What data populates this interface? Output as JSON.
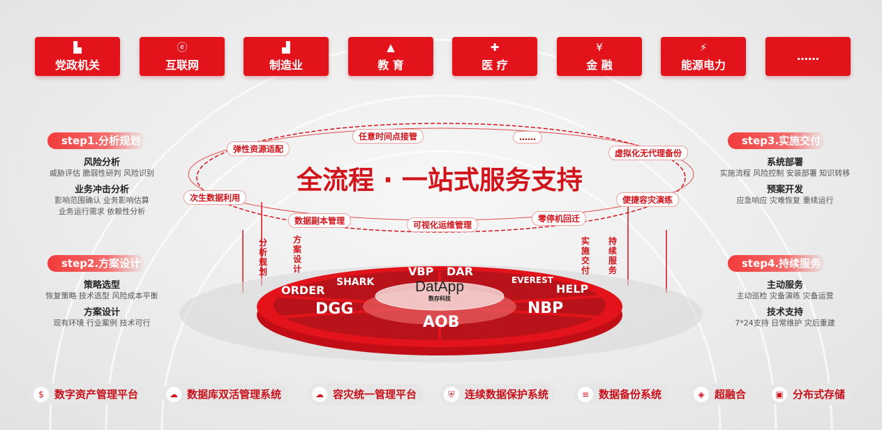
{
  "industries": [
    {
      "label": "党政机关",
      "icon": "government-building-icon"
    },
    {
      "label": "互联网",
      "icon": "internet-explorer-icon"
    },
    {
      "label": "制造业",
      "icon": "factory-icon"
    },
    {
      "label": "教 育",
      "icon": "graduation-cap-icon"
    },
    {
      "label": "医 疗",
      "icon": "medical-kit-icon"
    },
    {
      "label": "金 融",
      "icon": "money-icon"
    },
    {
      "label": "能源电力",
      "icon": "power-icon"
    },
    {
      "label": "……",
      "icon": ""
    }
  ],
  "steps": [
    {
      "title": "step1.分析规划",
      "groups": [
        {
          "title": "风险分析",
          "lines": [
            "威胁评估  脆弱性研判  风险识别"
          ]
        },
        {
          "title": "业务冲击分析",
          "lines": [
            "影响范围确认  业务影响估算",
            "业务运行需求  依赖性分析"
          ]
        }
      ]
    },
    {
      "title": "step2.方案设计",
      "groups": [
        {
          "title": "策略选型",
          "lines": [
            "恢复策略  技术选型  风险成本平衡"
          ]
        },
        {
          "title": "方案设计",
          "lines": [
            "现有环境  行业案例  技术可行"
          ]
        }
      ]
    },
    {
      "title": "step3.实施交付",
      "groups": [
        {
          "title": "系统部署",
          "lines": [
            "实施流程  风险控制  安装部署  知识转移"
          ]
        },
        {
          "title": "预案开发",
          "lines": [
            "应急响应  灾难恢复  重续运行"
          ]
        }
      ]
    },
    {
      "title": "step4.持续服务",
      "groups": [
        {
          "title": "主动服务",
          "lines": [
            "主动巡检  灾备演练  灾备运营"
          ]
        },
        {
          "title": "技术支持",
          "lines": [
            "7*24支持  日常维护  灾后重建"
          ]
        }
      ]
    }
  ],
  "center": {
    "title": "全流程 · 一站式服务支持",
    "orbit": [
      "弹性资源适配",
      "任意时间点接管",
      "……",
      "虚拟化无代理备份",
      "次生数据利用",
      "便捷容灾演练",
      "数据副本管理",
      "可视化运维管理",
      "零停机回迁"
    ],
    "arrows": [
      "分析规划",
      "方案设计",
      "实施交付",
      "持续服务"
    ]
  },
  "platform": {
    "logo": "DatApp",
    "logo_sub": "数存科技",
    "products": [
      "VBP",
      "DAR",
      "SHARK",
      "ORDER",
      "DGG",
      "AOB",
      "NBP",
      "HELP",
      "EVEREST"
    ]
  },
  "solutions": [
    {
      "label": "数字资产管理平台",
      "icon": "monitor-dollar-icon"
    },
    {
      "label": "数据库双活管理系统",
      "icon": "cloud-db-icon"
    },
    {
      "label": "容灾统一管理平台",
      "icon": "cloud-shield-icon"
    },
    {
      "label": "连续数据保护系统",
      "icon": "shield-icon"
    },
    {
      "label": "数据备份系统",
      "icon": "database-icon"
    },
    {
      "label": "超融合",
      "icon": "layers-icon"
    },
    {
      "label": "分布式存储",
      "icon": "save-icon"
    }
  ]
}
